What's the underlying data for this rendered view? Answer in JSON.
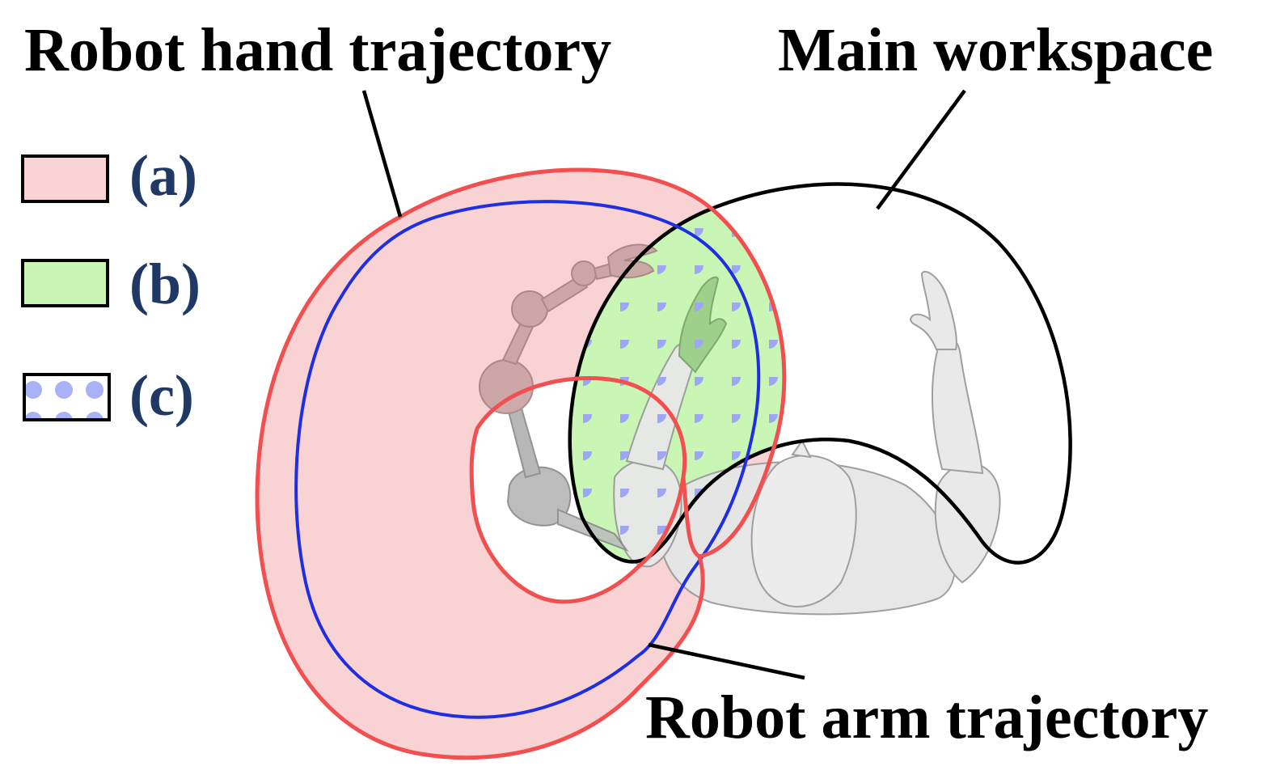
{
  "labels": {
    "hand_trajectory": "Robot hand trajectory",
    "main_workspace": "Main workspace",
    "arm_trajectory": "Robot arm trajectory"
  },
  "legend": {
    "a": "(a)",
    "b": "(b)",
    "c": "(c)"
  },
  "colors": {
    "region_a_fill": "#f9d3d3",
    "region_b_fill": "#c9f5b5",
    "dots": "#9ea7f5",
    "hand_outline": "#f25050",
    "arm_line": "#1f2ee0",
    "workspace_outline": "#000000",
    "legend_text": "#1f3864",
    "robot_fill": "#c9a3a3",
    "human_fill": "#e6e6e6"
  },
  "icons": {
    "robot": "robot-arm-illustration",
    "human": "human-arm-illustration"
  }
}
